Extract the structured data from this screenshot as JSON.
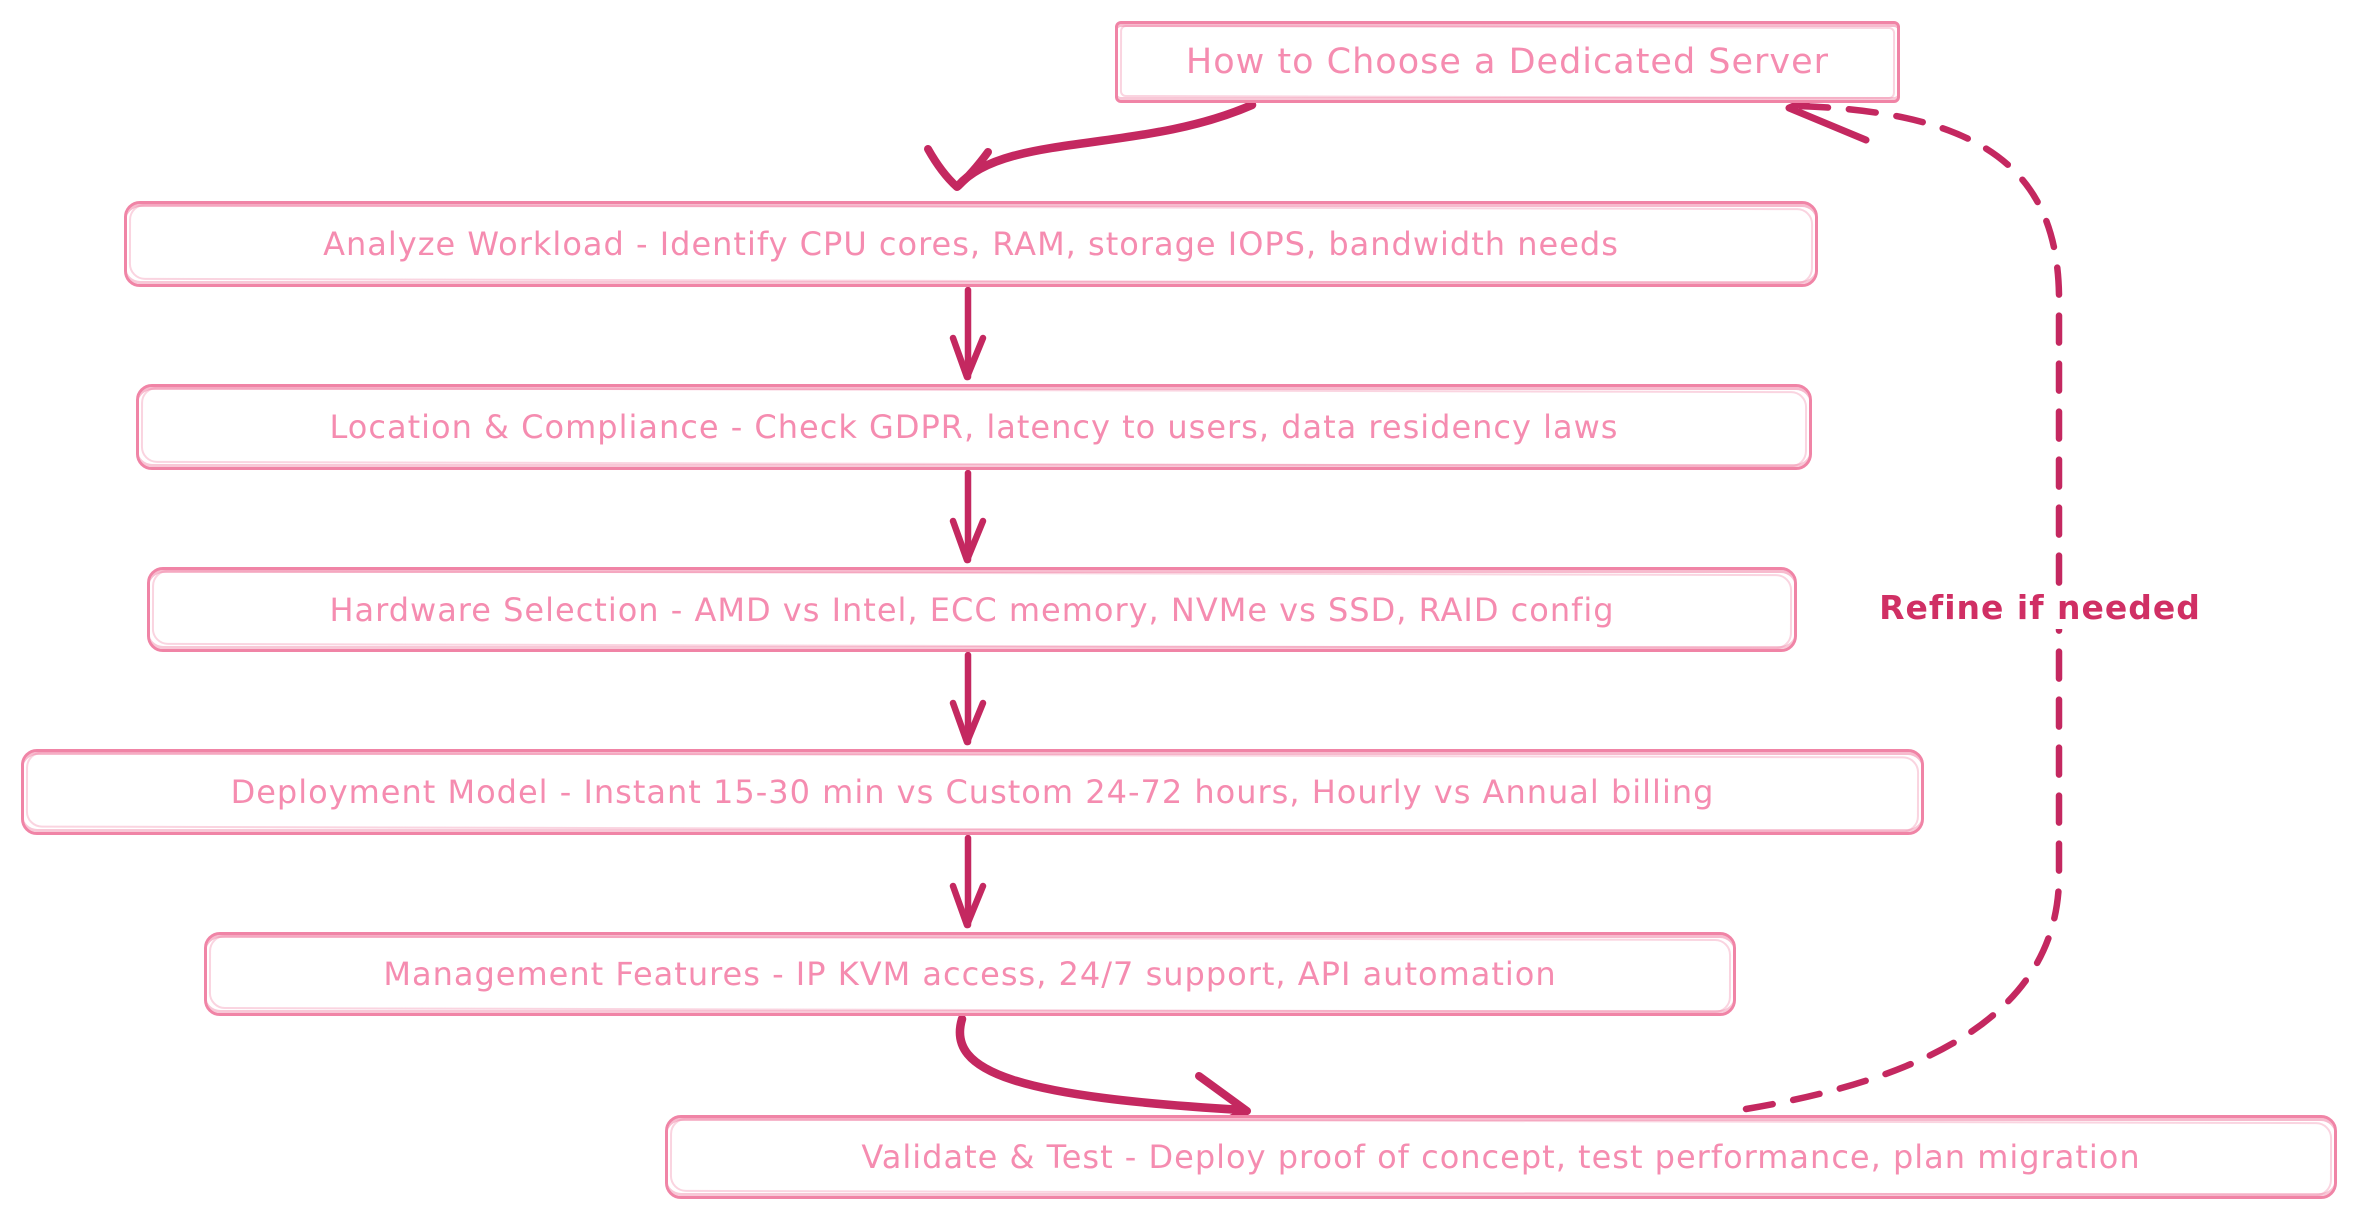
{
  "diagram": {
    "title": "How to Choose a Dedicated Server",
    "nodes": [
      {
        "id": "title",
        "label": "How to Choose a Dedicated Server"
      },
      {
        "id": "analyze",
        "label": "Analyze Workload - Identify CPU cores, RAM, storage IOPS, bandwidth needs"
      },
      {
        "id": "location",
        "label": "Location & Compliance - Check GDPR, latency to users, data residency laws"
      },
      {
        "id": "hardware",
        "label": "Hardware Selection - AMD vs Intel, ECC memory, NVMe vs SSD, RAID config"
      },
      {
        "id": "deployment",
        "label": "Deployment Model - Instant 15-30 min vs Custom 24-72 hours, Hourly vs Annual billing"
      },
      {
        "id": "management",
        "label": "Management Features - IP KVM access, 24/7 support, API automation"
      },
      {
        "id": "validate",
        "label": "Validate & Test - Deploy proof of concept, test performance, plan migration"
      }
    ],
    "edges": [
      {
        "from": "title",
        "to": "analyze",
        "style": "solid",
        "label": ""
      },
      {
        "from": "analyze",
        "to": "location",
        "style": "solid",
        "label": ""
      },
      {
        "from": "location",
        "to": "hardware",
        "style": "solid",
        "label": ""
      },
      {
        "from": "hardware",
        "to": "deployment",
        "style": "solid",
        "label": ""
      },
      {
        "from": "deployment",
        "to": "management",
        "style": "solid",
        "label": ""
      },
      {
        "from": "management",
        "to": "validate",
        "style": "solid",
        "label": ""
      },
      {
        "from": "validate",
        "to": "title",
        "style": "dashed",
        "label": "Refine if needed"
      }
    ],
    "loop_label": "Refine if needed",
    "colors": {
      "background": "#ffffff",
      "node_border": "#f084a6",
      "node_text": "#f58cb0",
      "arrow": "#c42860",
      "loop_label_text": "#d02f64"
    }
  }
}
